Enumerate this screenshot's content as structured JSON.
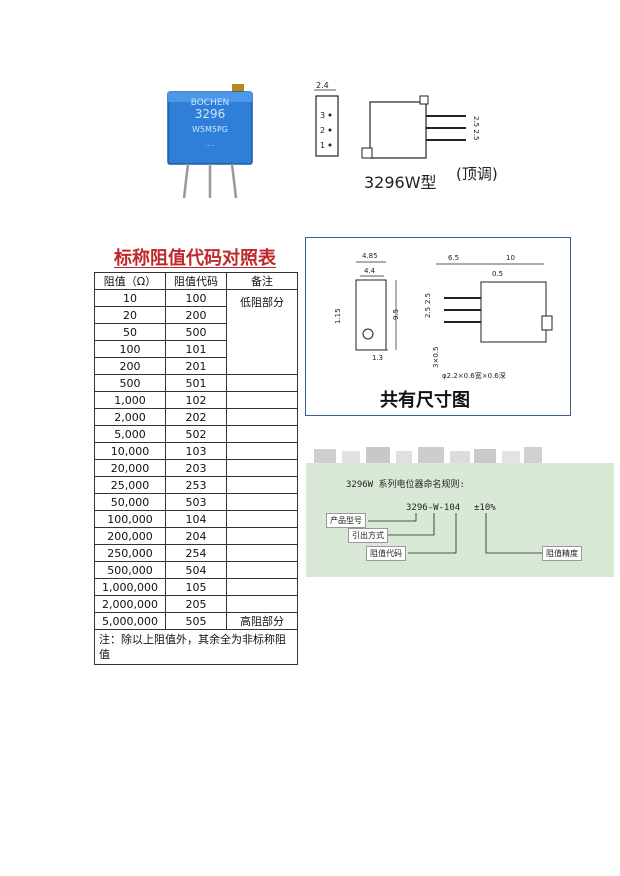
{
  "top_section": {
    "product_label_lines": [
      "BOCHEN",
      "3296",
      "W5M5PG",
      "...."
    ],
    "side_pin_labels": [
      "3",
      "2",
      "1"
    ],
    "top_dimension": "2.4",
    "pitch_dimension": "2.5 2.5",
    "model_label": "3296W型",
    "model_note": "(顶调)"
  },
  "table": {
    "title": "标称阻值代码对照表",
    "headers": [
      "阻值（Ω）",
      "阻值代码",
      "备注"
    ],
    "rows": [
      [
        "10",
        "100"
      ],
      [
        "20",
        "200"
      ],
      [
        "50",
        "500"
      ],
      [
        "100",
        "101"
      ],
      [
        "200",
        "201"
      ],
      [
        "500",
        "501"
      ],
      [
        "1,000",
        "102"
      ],
      [
        "2,000",
        "202"
      ],
      [
        "5,000",
        "502"
      ],
      [
        "10,000",
        "103"
      ],
      [
        "20,000",
        "203"
      ],
      [
        "25,000",
        "253"
      ],
      [
        "50,000",
        "503"
      ],
      [
        "100,000",
        "104"
      ],
      [
        "200,000",
        "204"
      ],
      [
        "250,000",
        "254"
      ],
      [
        "500,000",
        "504"
      ],
      [
        "1,000,000",
        "105"
      ],
      [
        "2,000,000",
        "205"
      ],
      [
        "5,000,000",
        "505"
      ]
    ],
    "low_note": "低阻部分",
    "high_note": "高阻部分",
    "footnote": "注：除以上阻值外，其余全为非标称阻值"
  },
  "dimension_drawing": {
    "dims_top": [
      "4.85",
      "4.4",
      "6.5",
      "10",
      "0.5"
    ],
    "dims_side": [
      "1.15",
      "9.5",
      "2.5",
      "2.5",
      "1.3",
      "3×0.5"
    ],
    "pin_note": "φ2.2×0.6宽×0.6深",
    "caption": "共有尺寸图"
  },
  "naming_rule": {
    "title": "3296W 系列电位器命名规则:",
    "code": "3296-W-104",
    "tolerance": "±10%",
    "labels": [
      "产品型号",
      "引出方式",
      "阻值代码",
      "阻值精度"
    ]
  },
  "colors": {
    "title_red": "#c0282a",
    "pot_blue": "#2f7fd8",
    "naming_bg": "#d8ead5",
    "frame_blue": "#3b5f9a"
  }
}
